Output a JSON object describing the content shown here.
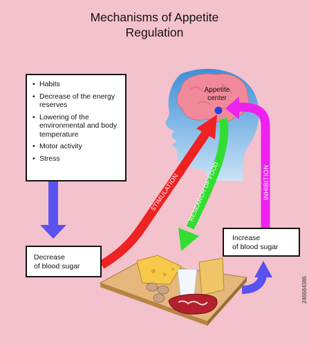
{
  "title_line1": "Mechanisms of Appetite",
  "title_line2": "Regulation",
  "factors": [
    "Habits",
    "Decrease of the energy reserves",
    "Lowering of the environmental and body temperature",
    "Motor activity",
    "Stress"
  ],
  "appetite_center_line1": "Appetite",
  "appetite_center_line2": "center",
  "decrease_line1": "Decrease",
  "decrease_line2": "of blood sugar",
  "increase_line1": "Increase",
  "increase_line2": "of blood sugar",
  "arrows": {
    "stimulation": "STIMULATION",
    "research_of_food": "RESEARCH OF FOOD",
    "inhibition": "INHIBITION"
  },
  "watermark": "246684386",
  "colors": {
    "background": "#f4c2cc",
    "stimulation": "#ee2222",
    "research": "#33dd33",
    "inhibition": "#ee22ee",
    "flow_arrow": "#5a52ee",
    "center_dot": "#2244dd"
  }
}
